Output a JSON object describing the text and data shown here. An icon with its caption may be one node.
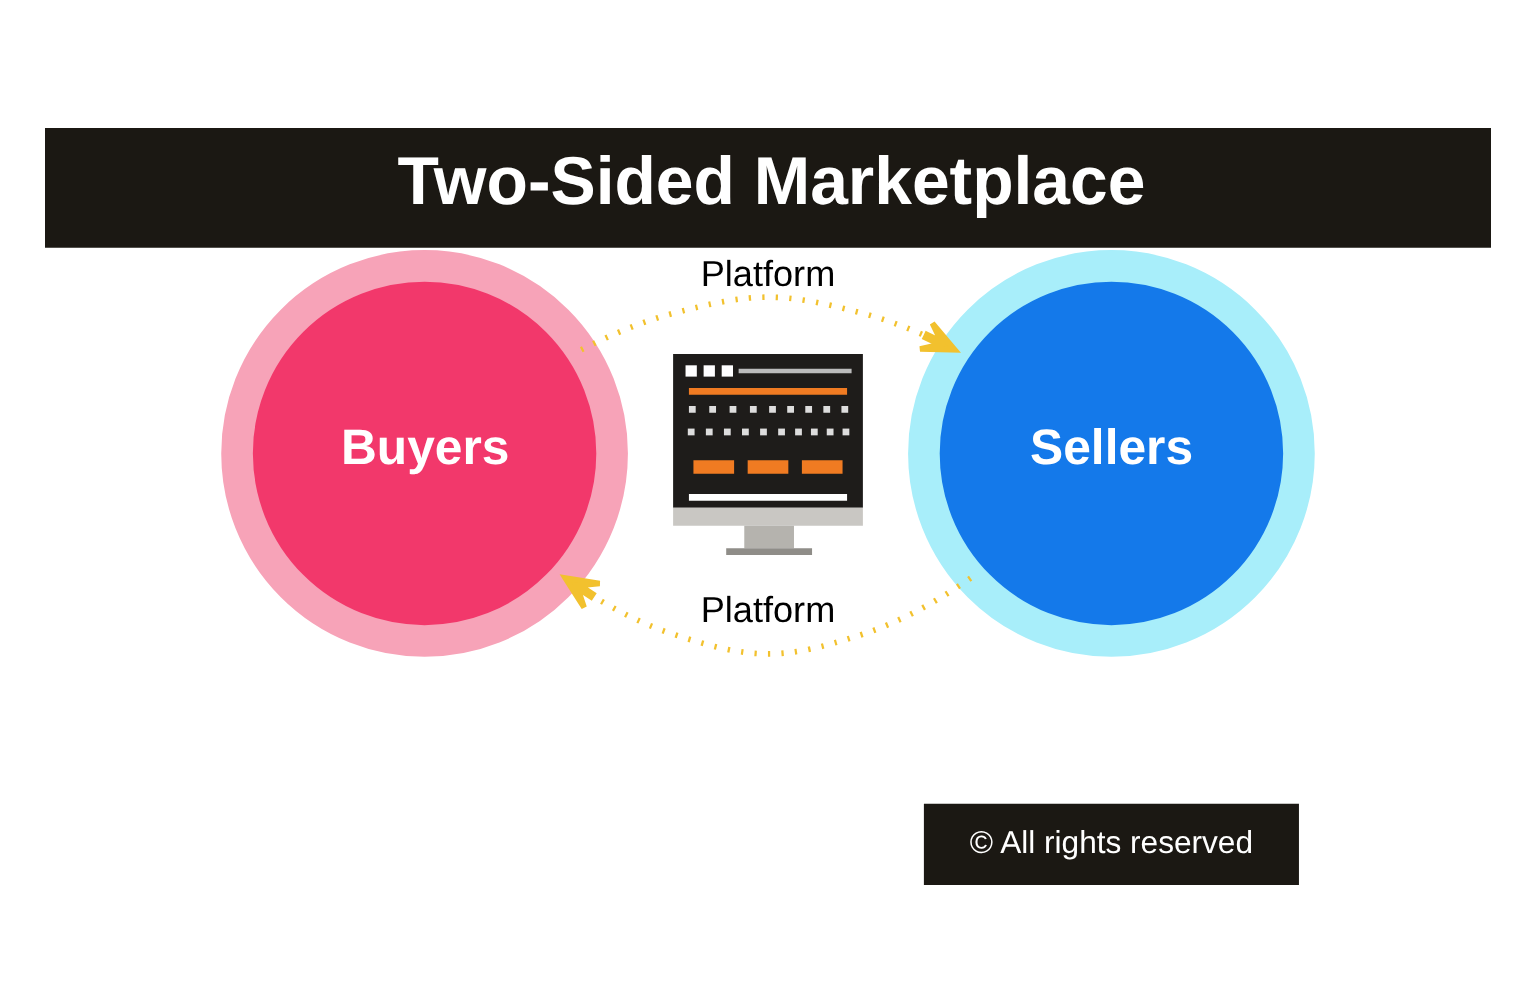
{
  "diagram": {
    "title": "Two-Sided Marketplace",
    "nodes": [
      {
        "text": [
          "Buyers"
        ]
      },
      {
        "text": [
          "Sellers"
        ]
      },
      {
        "text": [],
        "shape": "picture"
      }
    ],
    "edges": [
      {
        "from": 0,
        "to": 1,
        "arrow": "to",
        "label": "Platform",
        "style": "dashed",
        "color": "#f2c12e"
      },
      {
        "from": 1,
        "to": 0,
        "arrow": "to",
        "label": "Platform",
        "style": "dashed",
        "color": "#f2c12e"
      }
    ],
    "labels": [
      "© All rights reserved"
    ]
  }
}
